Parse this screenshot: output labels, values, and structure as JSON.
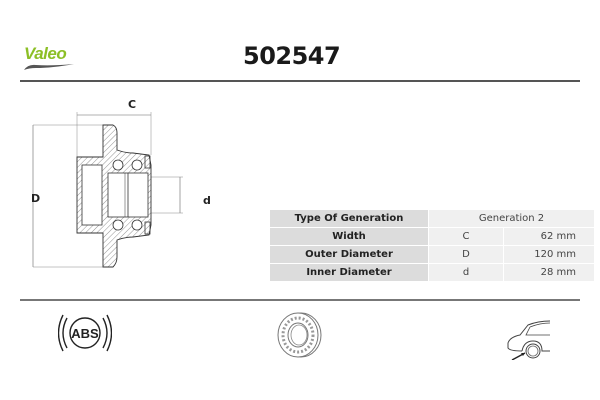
{
  "brand": {
    "name": "Valeo",
    "color": "#8cbf26"
  },
  "part_number": "502547",
  "drawing": {
    "dimension_labels": {
      "width": "C",
      "outer_diameter": "D",
      "inner_diameter": "d"
    }
  },
  "specs": {
    "rows": [
      {
        "label": "Type Of Generation",
        "value": "Generation 2"
      },
      {
        "label": "Width",
        "symbol": "C",
        "value": "62 mm"
      },
      {
        "label": "Outer Diameter",
        "symbol": "D",
        "value": "120 mm"
      },
      {
        "label": "Inner Diameter",
        "symbol": "d",
        "value": "28 mm"
      }
    ]
  },
  "icons": {
    "abs": {
      "text": "ABS"
    },
    "bearing": {},
    "car_rear_wheel": {}
  }
}
